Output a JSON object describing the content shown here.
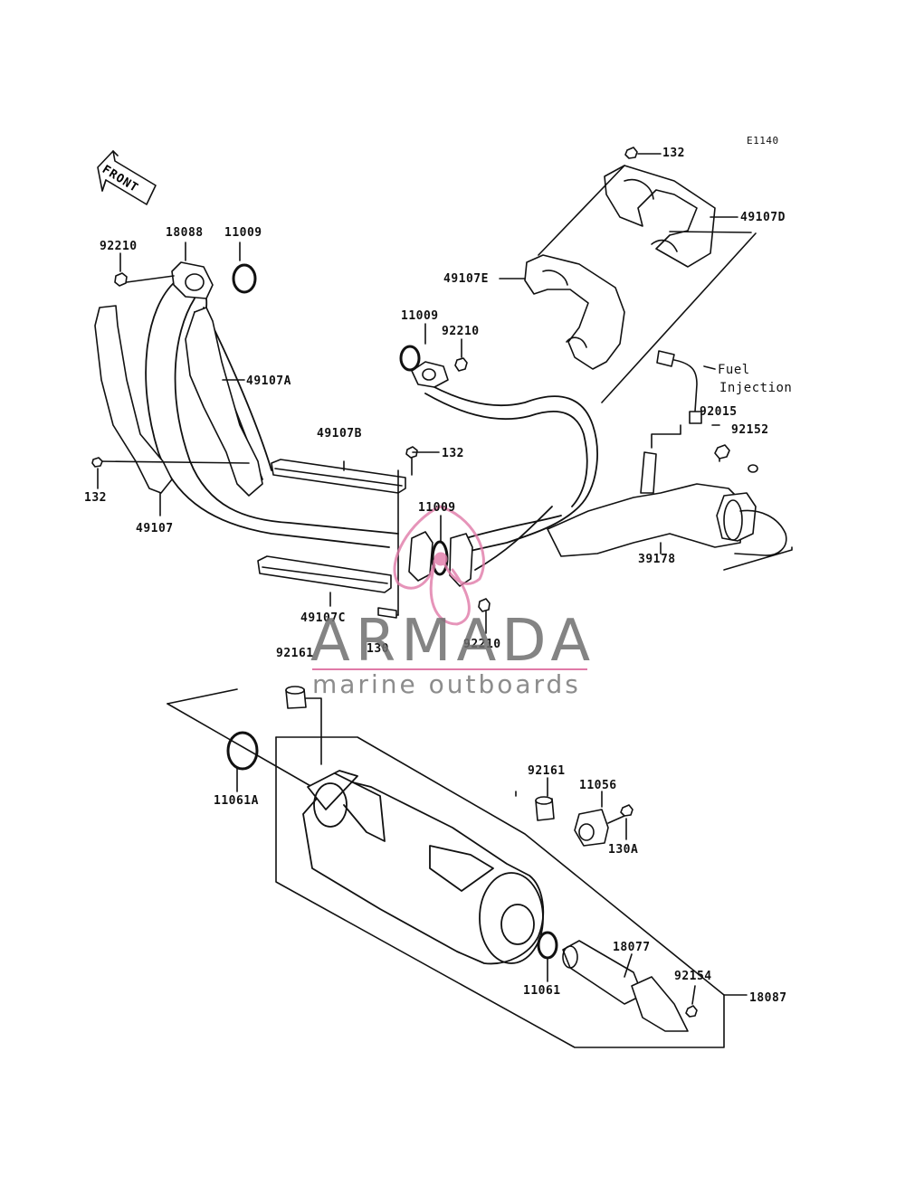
{
  "diagram_code": "E1140",
  "front_label": "FRONT",
  "fuel_injection": {
    "line1": "Fuel",
    "line2": "Injection"
  },
  "parts": {
    "p132_top": "132",
    "p49107D": "49107D",
    "p49107E": "49107E",
    "p92210_left": "92210",
    "p18088": "18088",
    "p11009_top": "11009",
    "p11009_mid": "11009",
    "p92210_mid": "92210",
    "p49107A": "49107A",
    "p49107B": "49107B",
    "p132_mid": "132",
    "p132_left": "132",
    "p49107": "49107",
    "p92015": "92015",
    "p92152": "92152",
    "p11009_center": "11009",
    "p39178": "39178",
    "p49107C": "49107C",
    "p130": "130",
    "p92210_bottom": "92210",
    "p92161_left": "92161",
    "p11061A": "11061A",
    "p92161_right": "92161",
    "p11056": "11056",
    "p130A": "130A",
    "p18077": "18077",
    "p92154": "92154",
    "p11061": "11061",
    "p18087": "18087"
  },
  "watermark": {
    "brand": "ARMADA",
    "tagline": "marine outboards",
    "accent_color": "#e07aa8"
  }
}
